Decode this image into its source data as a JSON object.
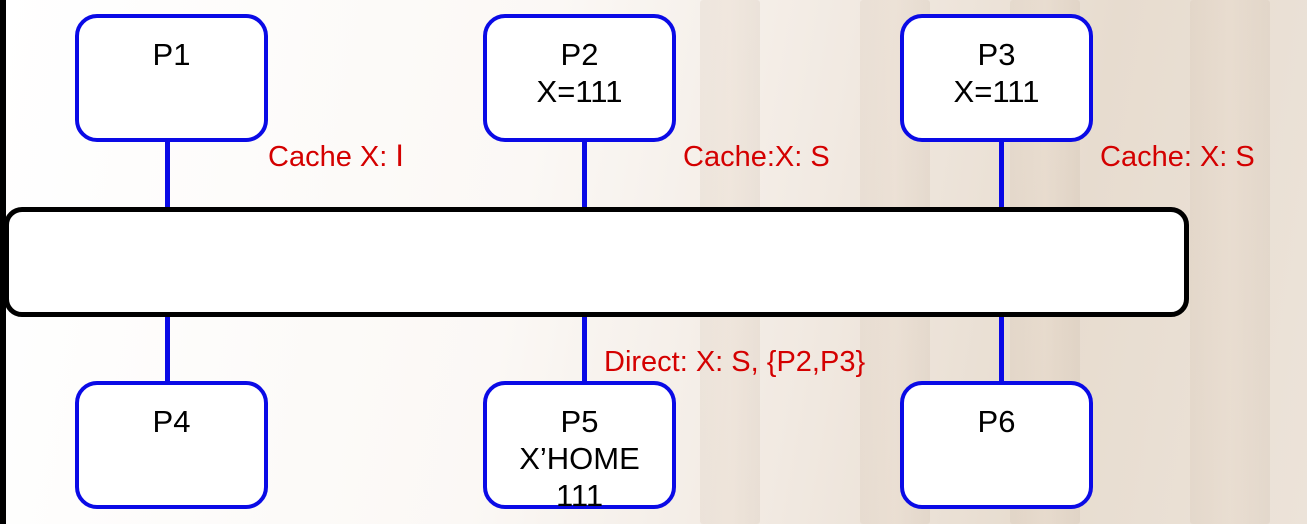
{
  "nodes": {
    "p1": {
      "name": "P1"
    },
    "p2": {
      "name": "P2",
      "value": "X=111"
    },
    "p3": {
      "name": "P3",
      "value": "X=111"
    },
    "p4": {
      "name": "P4"
    },
    "p5": {
      "name": "P5",
      "home": "X’HOME",
      "value": "111"
    },
    "p6": {
      "name": "P6"
    }
  },
  "labels": {
    "p1_cache": "Cache X: Ⅰ",
    "p2_cache": "Cache:X: S",
    "p3_cache": "Cache: X: S",
    "directory": "Direct: X: S, {P2,P3}"
  },
  "colors": {
    "node_border": "#0a0ae6",
    "label_text": "#d40000",
    "bus_border": "#000000"
  }
}
